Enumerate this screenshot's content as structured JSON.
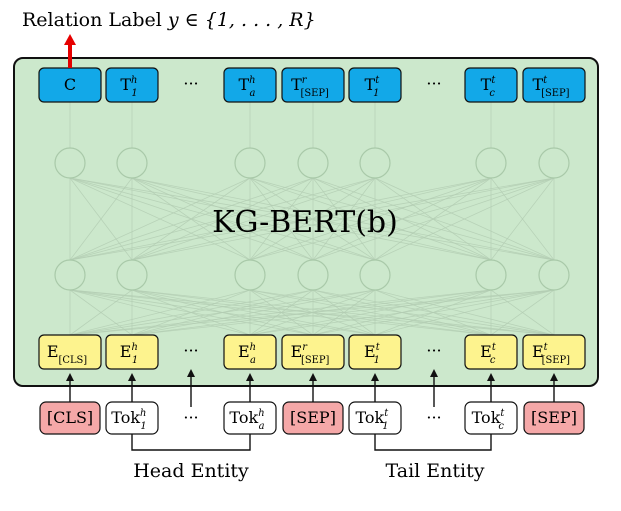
{
  "title": {
    "text": "Relation Label ",
    "math": "y ∈ {1, . . . , R}"
  },
  "model": {
    "label": "KG-BERT(b)"
  },
  "outputs": [
    {
      "base": "C",
      "sup": "",
      "sub": ""
    },
    {
      "base": "T",
      "sup": "h",
      "sub": "1"
    },
    {
      "base": "···",
      "sup": "",
      "sub": "",
      "ellipsis": true
    },
    {
      "base": "T",
      "sup": "h",
      "sub": "a"
    },
    {
      "base": "T",
      "sup": "r",
      "sub": "[SEP]"
    },
    {
      "base": "T",
      "sup": "t",
      "sub": "1"
    },
    {
      "base": "···",
      "sup": "",
      "sub": "",
      "ellipsis": true
    },
    {
      "base": "T",
      "sup": "t",
      "sub": "c"
    },
    {
      "base": "T",
      "sup": "t",
      "sub": "[SEP]"
    }
  ],
  "embeddings": [
    {
      "base": "E",
      "sup": "",
      "sub": "[CLS]"
    },
    {
      "base": "E",
      "sup": "h",
      "sub": "1"
    },
    {
      "base": "···",
      "sup": "",
      "sub": "",
      "ellipsis": true
    },
    {
      "base": "E",
      "sup": "h",
      "sub": "a"
    },
    {
      "base": "E",
      "sup": "r",
      "sub": "[SEP]"
    },
    {
      "base": "E",
      "sup": "t",
      "sub": "1"
    },
    {
      "base": "···",
      "sup": "",
      "sub": "",
      "ellipsis": true
    },
    {
      "base": "E",
      "sup": "t",
      "sub": "c"
    },
    {
      "base": "E",
      "sup": "t",
      "sub": "[SEP]"
    }
  ],
  "tokens": [
    {
      "base": "[CLS]",
      "sup": "",
      "sub": "",
      "kind": "special"
    },
    {
      "base": "Tok",
      "sup": "h",
      "sub": "1",
      "kind": "plain"
    },
    {
      "base": "···",
      "sup": "",
      "sub": "",
      "kind": "ellipsis"
    },
    {
      "base": "Tok",
      "sup": "h",
      "sub": "a",
      "kind": "plain"
    },
    {
      "base": "[SEP]",
      "sup": "",
      "sub": "",
      "kind": "special"
    },
    {
      "base": "Tok",
      "sup": "t",
      "sub": "1",
      "kind": "plain"
    },
    {
      "base": "···",
      "sup": "",
      "sub": "",
      "kind": "ellipsis"
    },
    {
      "base": "Tok",
      "sup": "t",
      "sub": "c",
      "kind": "plain"
    },
    {
      "base": "[SEP]",
      "sup": "",
      "sub": "",
      "kind": "special"
    }
  ],
  "groups": [
    {
      "label": "Head Entity"
    },
    {
      "label": "Tail Entity"
    }
  ],
  "colors": {
    "panel_fill": "#cce8cc",
    "panel_stroke": "#111111",
    "output_fill": "#12a8e8",
    "embedding_fill": "#fdf38e",
    "special_fill": "#f5a8a8",
    "plain_fill": "#ffffff",
    "node_stroke": "#a9c9a9",
    "edge_stroke": "#b3cdb3",
    "arrow_red": "#e60000"
  }
}
